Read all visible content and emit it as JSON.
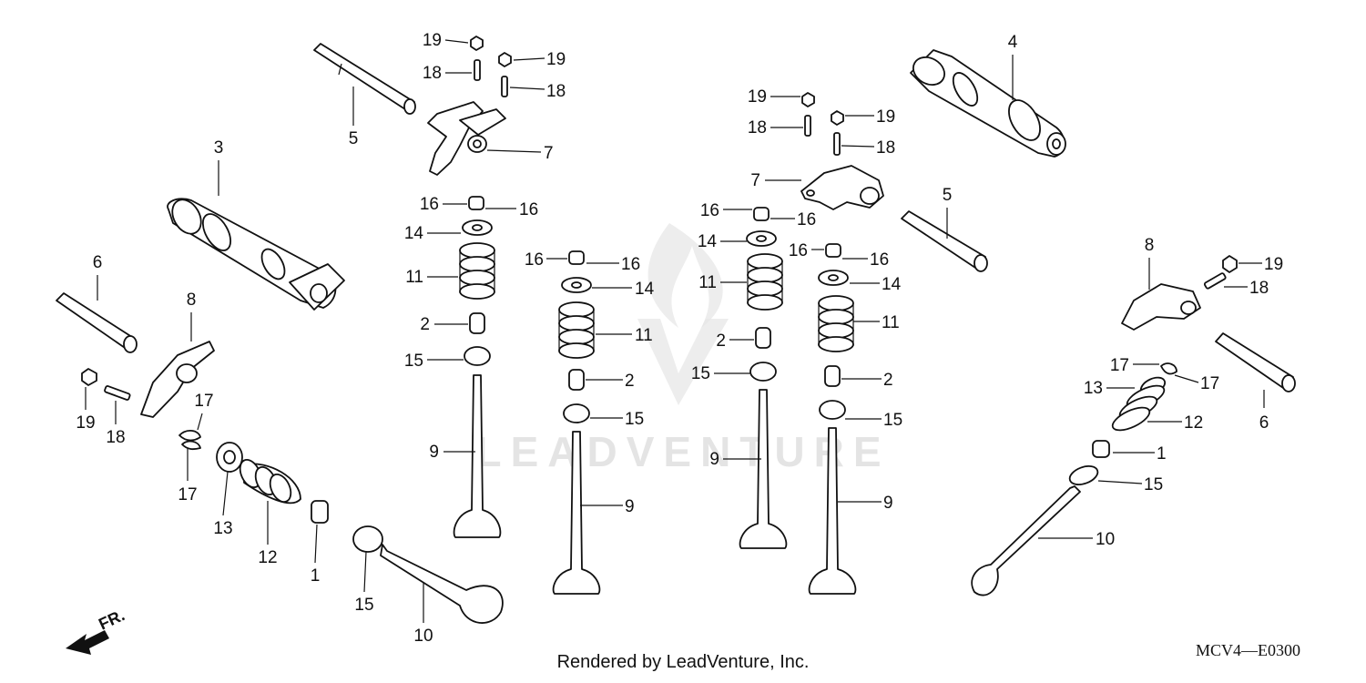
{
  "diagram": {
    "watermark": "LEADVENTURE",
    "footer": "Rendered by LeadVenture, Inc.",
    "diagram_code": "MCV4—E0300",
    "direction_label": "FR.",
    "callouts": [
      {
        "id": "c01",
        "text": "19"
      },
      {
        "id": "c02",
        "text": "18"
      },
      {
        "id": "c03",
        "text": "19"
      },
      {
        "id": "c04",
        "text": "18"
      },
      {
        "id": "c05",
        "text": "5"
      },
      {
        "id": "c06",
        "text": "7"
      },
      {
        "id": "c07",
        "text": "3"
      },
      {
        "id": "c08",
        "text": "16"
      },
      {
        "id": "c09",
        "text": "16"
      },
      {
        "id": "c10",
        "text": "14"
      },
      {
        "id": "c11",
        "text": "11"
      },
      {
        "id": "c12",
        "text": "2"
      },
      {
        "id": "c13",
        "text": "15"
      },
      {
        "id": "c14",
        "text": "9"
      },
      {
        "id": "c15",
        "text": "16"
      },
      {
        "id": "c16",
        "text": "16"
      },
      {
        "id": "c17",
        "text": "14"
      },
      {
        "id": "c18",
        "text": "11"
      },
      {
        "id": "c19",
        "text": "2"
      },
      {
        "id": "c20",
        "text": "15"
      },
      {
        "id": "c21",
        "text": "9"
      },
      {
        "id": "c22",
        "text": "6"
      },
      {
        "id": "c23",
        "text": "8"
      },
      {
        "id": "c24",
        "text": "19"
      },
      {
        "id": "c25",
        "text": "18"
      },
      {
        "id": "c26",
        "text": "17"
      },
      {
        "id": "c27",
        "text": "17"
      },
      {
        "id": "c28",
        "text": "13"
      },
      {
        "id": "c29",
        "text": "12"
      },
      {
        "id": "c30",
        "text": "1"
      },
      {
        "id": "c31",
        "text": "15"
      },
      {
        "id": "c32",
        "text": "10"
      },
      {
        "id": "c33",
        "text": "4"
      },
      {
        "id": "c34",
        "text": "19"
      },
      {
        "id": "c35",
        "text": "18"
      },
      {
        "id": "c36",
        "text": "19"
      },
      {
        "id": "c37",
        "text": "18"
      },
      {
        "id": "c38",
        "text": "7"
      },
      {
        "id": "c39",
        "text": "5"
      },
      {
        "id": "c40",
        "text": "16"
      },
      {
        "id": "c41",
        "text": "16"
      },
      {
        "id": "c42",
        "text": "14"
      },
      {
        "id": "c43",
        "text": "11"
      },
      {
        "id": "c44",
        "text": "2"
      },
      {
        "id": "c45",
        "text": "15"
      },
      {
        "id": "c46",
        "text": "9"
      },
      {
        "id": "c47",
        "text": "16"
      },
      {
        "id": "c48",
        "text": "16"
      },
      {
        "id": "c49",
        "text": "14"
      },
      {
        "id": "c50",
        "text": "11"
      },
      {
        "id": "c51",
        "text": "2"
      },
      {
        "id": "c52",
        "text": "15"
      },
      {
        "id": "c53",
        "text": "9"
      },
      {
        "id": "c54",
        "text": "8"
      },
      {
        "id": "c55",
        "text": "19"
      },
      {
        "id": "c56",
        "text": "18"
      },
      {
        "id": "c57",
        "text": "17"
      },
      {
        "id": "c58",
        "text": "13"
      },
      {
        "id": "c59",
        "text": "17"
      },
      {
        "id": "c60",
        "text": "12"
      },
      {
        "id": "c61",
        "text": "1"
      },
      {
        "id": "c62",
        "text": "15"
      },
      {
        "id": "c63",
        "text": "6"
      },
      {
        "id": "c64",
        "text": "10"
      }
    ]
  }
}
